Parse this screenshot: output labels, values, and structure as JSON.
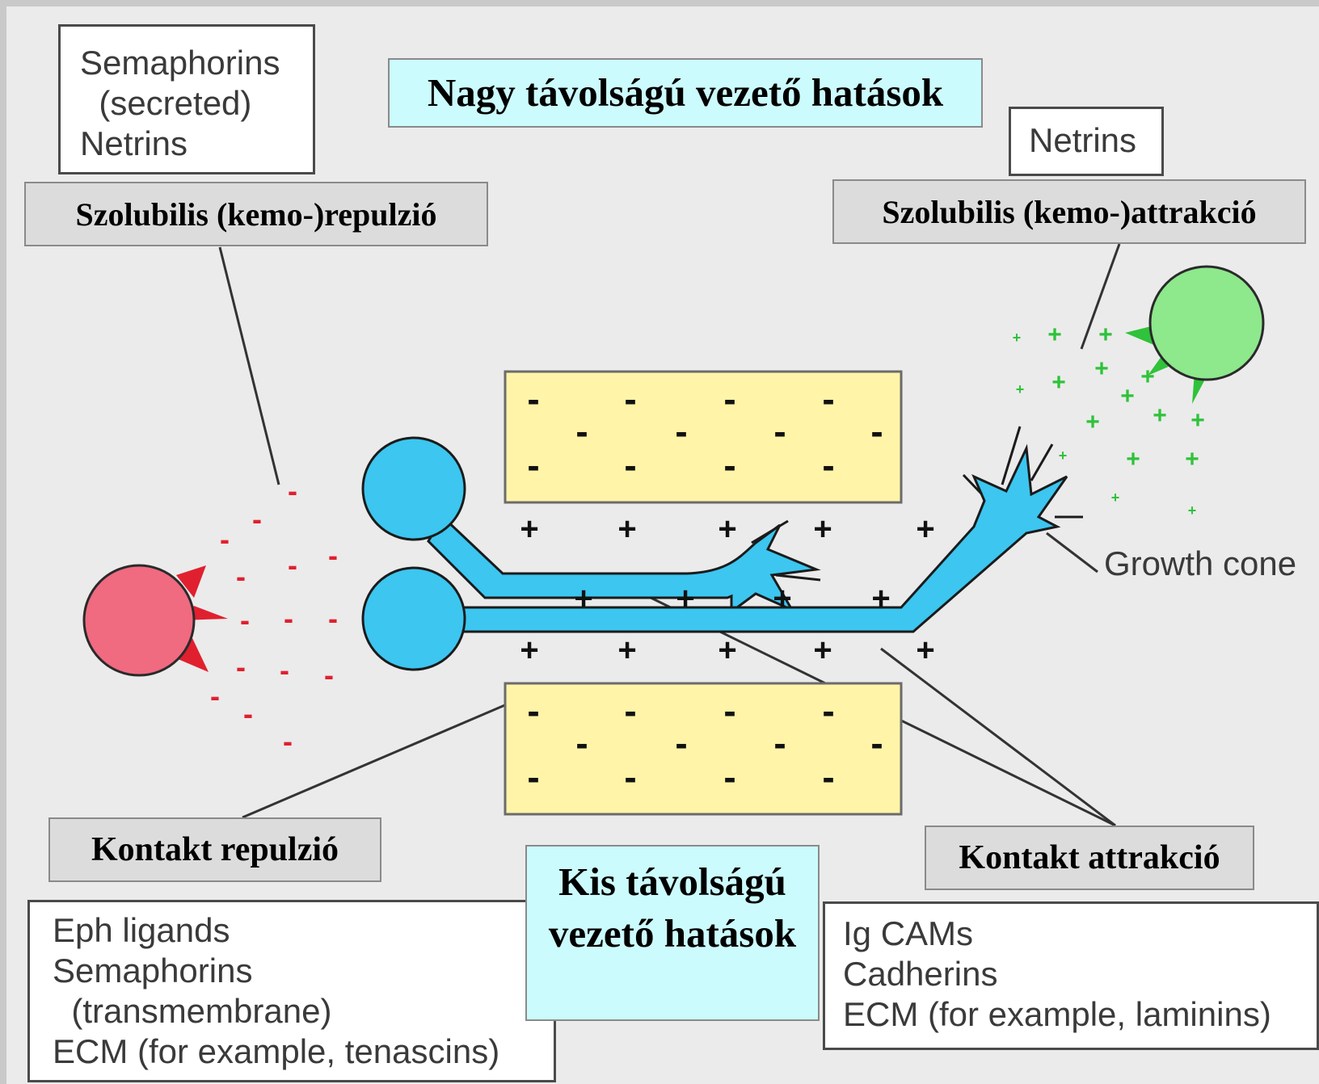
{
  "titles": {
    "long_range": "Nagy távolságú vezető hatások",
    "short_range": "Kis távolságú vezető hatások"
  },
  "tags": {
    "soluble_repulsion": "Szolubilis (kemo-)repulzió",
    "soluble_attraction": "Szolubilis (kemo-)attrakció",
    "contact_repulsion": "Kontakt repulzió",
    "contact_attraction": "Kontakt attrakció"
  },
  "boxes": {
    "secreted_repellents": "Semaphorins\n  (secreted)\nNetrins",
    "netrins": "Netrins",
    "contact_repellents": "Eph ligands\nSemaphorins\n  (transmembrane)\nECM (for example, tenascins)",
    "contact_attractants": "Ig CAMs\nCadherins\nECM (for example, laminins)"
  },
  "labels": {
    "growth_cone": "Growth cone"
  },
  "symbols": {
    "plus": "+",
    "minus": "-"
  },
  "colors": {
    "repellent_cell": "#f06a80",
    "repellent_signal": "#e0202e",
    "attractant_cell": "#8ee88c",
    "attractant_signal": "#2fc23a",
    "neuron": "#3cc6f0",
    "substrate": "#fff4a8",
    "title_box": "#ccfbfd",
    "tag_box": "#dcdcdc"
  }
}
